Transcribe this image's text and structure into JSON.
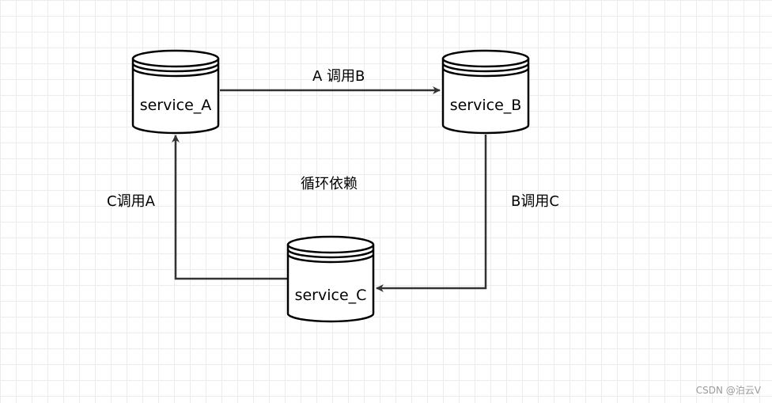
{
  "diagram": {
    "title": "循环依赖",
    "nodes": {
      "a": {
        "label": "service_A"
      },
      "b": {
        "label": "service_B"
      },
      "c": {
        "label": "service_C"
      }
    },
    "edges": {
      "a_to_b": {
        "label": "A 调用B"
      },
      "b_to_c": {
        "label": "B调用C"
      },
      "c_to_a": {
        "label": "C调用A"
      }
    }
  },
  "watermark": "CSDN @泊云V",
  "colors": {
    "stroke": "#000000",
    "arrow": "#333333",
    "grid": "#ececec",
    "background": "#ffffff"
  }
}
